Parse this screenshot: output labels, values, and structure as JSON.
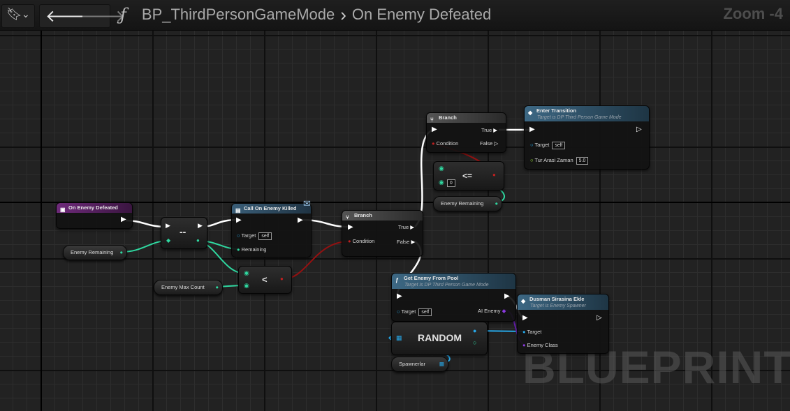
{
  "toolbar": {
    "function_icon": "ƒ",
    "blueprint_name": "BP_ThirdPersonGameMode",
    "separator": "›",
    "function_name": "On Enemy Defeated",
    "zoom": "Zoom -4",
    "icons": [
      "bookmark-icon",
      "chevron-down-icon",
      "arrow-left-icon",
      "arrow-right-icon"
    ]
  },
  "watermark": "BLUEPRINT",
  "colors": {
    "exec": "#ffffff",
    "float": "#2fd8a0",
    "bool": "#941111",
    "object": "#27a8e8",
    "class": "#6a1fb8",
    "event_header": "#5b2265",
    "function_header": "#2e4f66",
    "flow_header": "#4a4a4a"
  },
  "nodes": {
    "event": {
      "title": "On Enemy Defeated"
    },
    "decrement": {
      "symbol": "--"
    },
    "call_killed": {
      "title": "Call On Enemy Killed",
      "target_label": "Target",
      "target_value": "self",
      "remaining_label": "Remaining"
    },
    "less": {
      "symbol": "<"
    },
    "branch1": {
      "title": "Branch",
      "condition": "Condition",
      "true": "True",
      "false": "False"
    },
    "branch2": {
      "title": "Branch",
      "condition": "Condition",
      "true": "True",
      "false": "False"
    },
    "lessequal": {
      "symbol": "<=",
      "b_value": "0"
    },
    "enter_transition": {
      "title": "Enter Transition",
      "subtitle": "Target is DP Third Person Game Mode",
      "target_label": "Target",
      "target_value": "self",
      "param_label": "Tur Arasi Zaman",
      "param_value": "5.0"
    },
    "get_enemy": {
      "title": "Get Enemy From Pool",
      "subtitle": "Target is DP Third Person Game Mode",
      "target_label": "Target",
      "target_value": "self",
      "out_label": "AI Enemy"
    },
    "random": {
      "label": "RANDOM"
    },
    "dusman": {
      "title": "Dusman Sirasina Ekle",
      "subtitle": "Target is Enemy Spawner",
      "target_label": "Target",
      "class_label": "Enemy Class"
    }
  },
  "variables": {
    "enemy_remaining_1": "Enemy Remaining",
    "enemy_max_count": "Enemy Max Count",
    "enemy_remaining_2": "Enemy Remaining",
    "spawnerlar": "Spawnerlar"
  }
}
